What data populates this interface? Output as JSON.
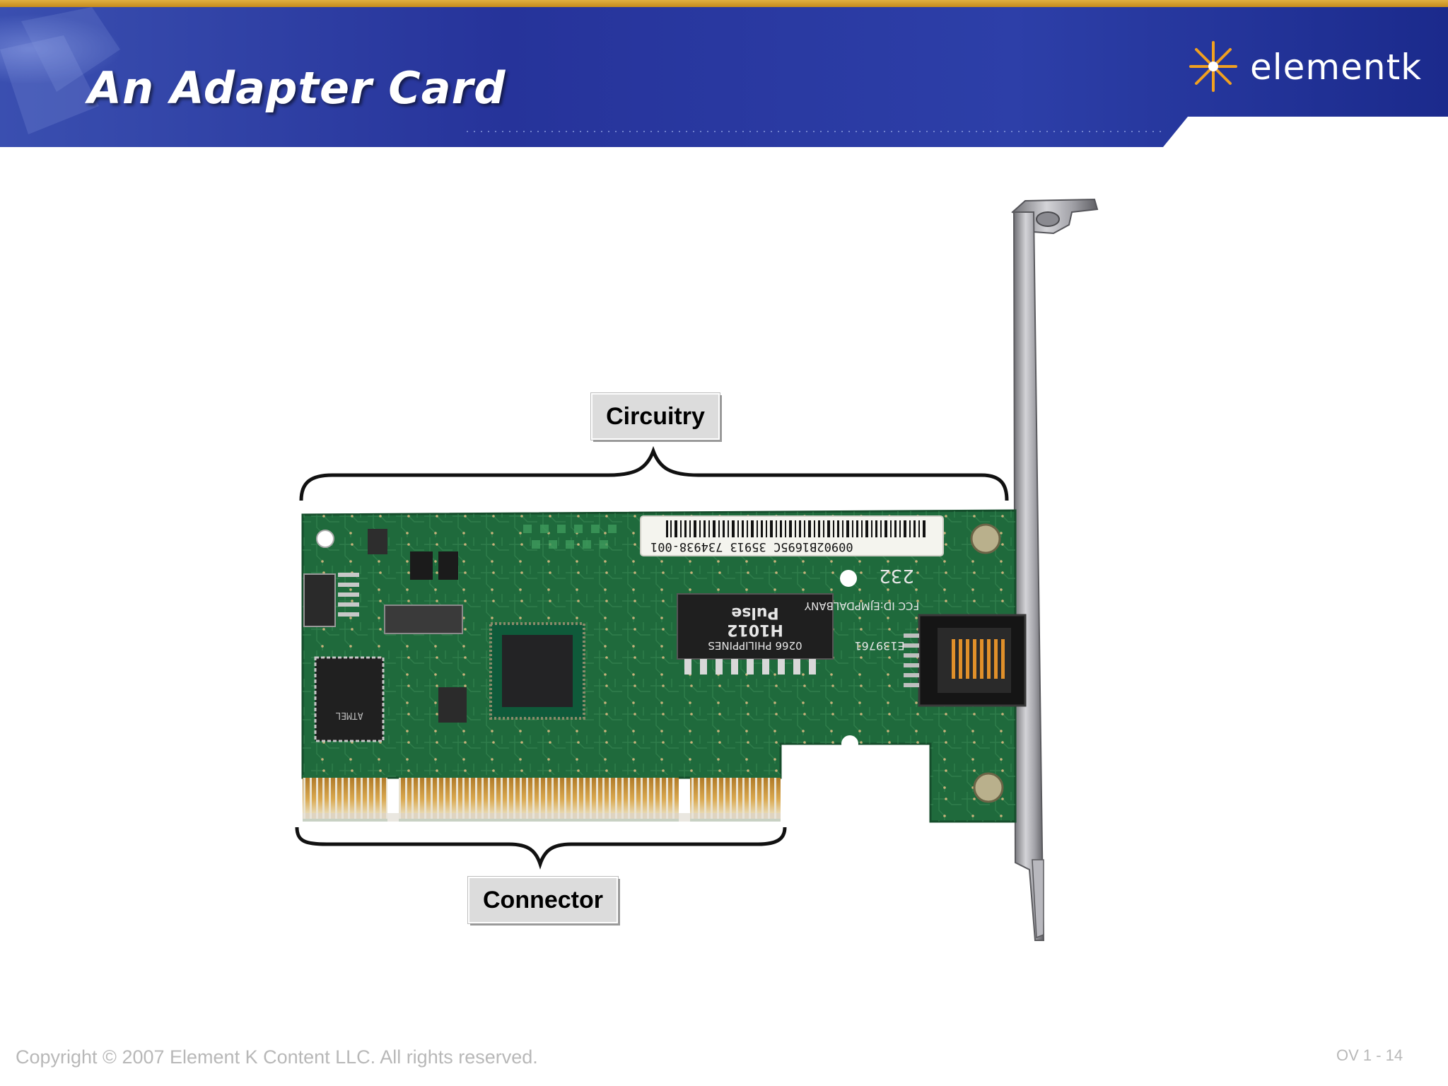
{
  "slide": {
    "title": "An Adapter Card",
    "brand": "elementk",
    "labels": {
      "circuitry": "Circuitry",
      "connector": "Connector"
    },
    "footer": {
      "copyright": "Copyright © 2007 Element K Content LLC. All rights reserved.",
      "slide_number": "OV 1 - 14"
    }
  },
  "card_text": {
    "barcode_line": "00902B1695C 35913   734938-001",
    "chip_brand": "Pulse",
    "chip_model": "H1012",
    "chip_code": "0266 PHILIPPINES",
    "fcc": "FCC ID:EJMPDALBANY",
    "cert": "E139761",
    "mark": "232"
  },
  "colors": {
    "banner_dark": "#1b2a8c",
    "banner_light": "#3a5cc4",
    "stripe": "#d49a2a",
    "pcb": "#1f6a3c",
    "gold": "#c8963c",
    "bracket": "#9c9ca2"
  },
  "icons": {
    "logo": "starburst-icon"
  }
}
